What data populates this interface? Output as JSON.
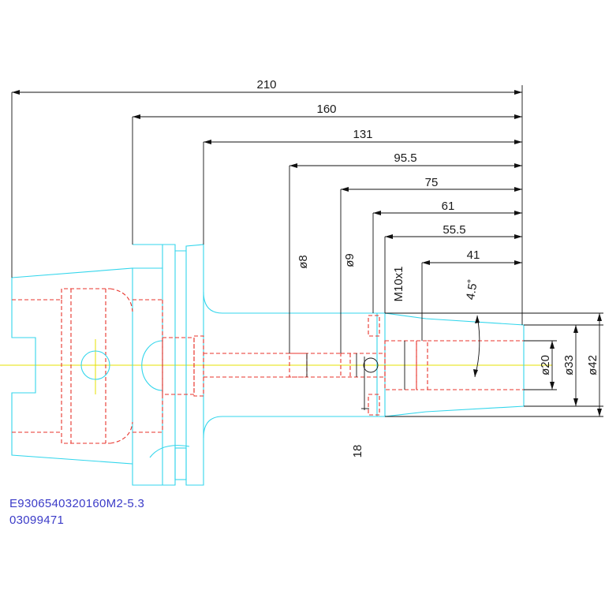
{
  "dimensions": {
    "horizontal": [
      "210",
      "160",
      "131",
      "95.5",
      "75",
      "61",
      "55.5",
      "41"
    ],
    "diameters_vertical": [
      "ø8",
      "ø9",
      "M10x1"
    ],
    "diameters_right": [
      "ø20",
      "ø33",
      "ø42"
    ],
    "angle": "4.5˚",
    "small": "18"
  },
  "part": {
    "code": "E9306540320160M2-5.3",
    "number": "03099471"
  },
  "colors": {
    "outline": "#33d6ec",
    "hidden": "#e8332b",
    "dimension": "#111111",
    "centerline": "#e6e000",
    "label": "#3b3bc8"
  }
}
